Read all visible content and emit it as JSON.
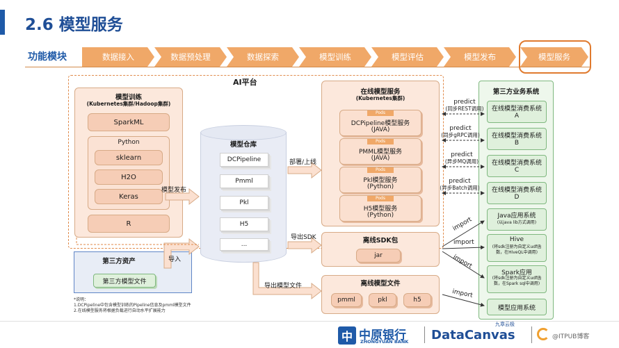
{
  "page_title": "2.6 模型服务",
  "func_label": "功能模块",
  "pipeline": [
    "数据接入",
    "数据预处理",
    "数据探索",
    "模型训练",
    "模型评估",
    "模型发布",
    "模型服务"
  ],
  "ai_platform": "AI平台",
  "train": {
    "title": "模型训练",
    "subtitle": "(Kubernetes集群/Hadoop集群)",
    "sparkml": "SparkML",
    "python": "Python",
    "libs": [
      "sklearn",
      "H2O",
      "Keras"
    ],
    "r": "R"
  },
  "publish_label": "模型发布",
  "repo": {
    "title": "模型仓库",
    "items": [
      "DCPipeline",
      "Pmml",
      "Pkl",
      "H5",
      "..."
    ]
  },
  "deploy_label": "部署/上线",
  "export_sdk_label": "导出SDK",
  "export_file_label": "导出模型文件",
  "import_label": "导入",
  "third_asset": {
    "title": "第三方资产",
    "file": "第三方模型文件"
  },
  "online": {
    "title": "在线模型服务",
    "subtitle": "(Kubernetes集群)",
    "pods_label": "Pods",
    "pods": [
      {
        "name": "DCPipeline模型服务",
        "lang": "(JAVA)"
      },
      {
        "name": "PMML模型服务",
        "lang": "(JAVA)"
      },
      {
        "name": "Pkl模型服务",
        "lang": "(Python)"
      },
      {
        "name": "H5模型服务",
        "lang": "(Python)"
      }
    ]
  },
  "sdk": {
    "title": "离线SDK包",
    "item": "jar"
  },
  "offline_file": {
    "title": "离线模型文件",
    "items": [
      "pmml",
      "pkl",
      "h5"
    ]
  },
  "predict": [
    {
      "l1": "predict",
      "l2": "(同步REST调用)"
    },
    {
      "l1": "predict",
      "l2": "(同步gRPC调用)"
    },
    {
      "l1": "predict",
      "l2": "(异步MQ调用)"
    },
    {
      "l1": "predict",
      "l2": "(异步Batch调用)"
    }
  ],
  "import_arrows": [
    "import",
    "import",
    "import",
    "import"
  ],
  "third_sys": {
    "title": "第三方业务系统",
    "consumers": [
      {
        "l1": "在线模型消费系统",
        "l2": "A"
      },
      {
        "l1": "在线模型消费系统",
        "l2": "B"
      },
      {
        "l1": "在线模型消费系统",
        "l2": "C"
      },
      {
        "l1": "在线模型消费系统",
        "l2": "D"
      }
    ],
    "java": {
      "title": "Java应用系统",
      "desc": "(以java lib方式调用)"
    },
    "hive": {
      "title": "Hive",
      "desc": "(将sdk注册为自定义udf函数，在HiveQL中调用)"
    },
    "spark": {
      "title": "Spark应用",
      "desc": "(将sdk注册为自定义udf函数，在Spark sql中调用)"
    },
    "model_app": "模型应用系统"
  },
  "notes": [
    "*说明：",
    "1.DCPipeline中包含模型训练的Pipeline信息及pmml模型文件",
    "2.在线模型服务将根据负载进行自动水平扩展能力"
  ],
  "footer": {
    "bank_cn": "中原银行",
    "bank_en": "ZHONGYUAN BANK",
    "dc_top": "九章云极",
    "dc": "DataCanvas",
    "right": "@ITPUB博客"
  },
  "colors": {
    "accent": "#1f5aa8",
    "orange": "#f0a868",
    "green": "#dff0dc"
  }
}
